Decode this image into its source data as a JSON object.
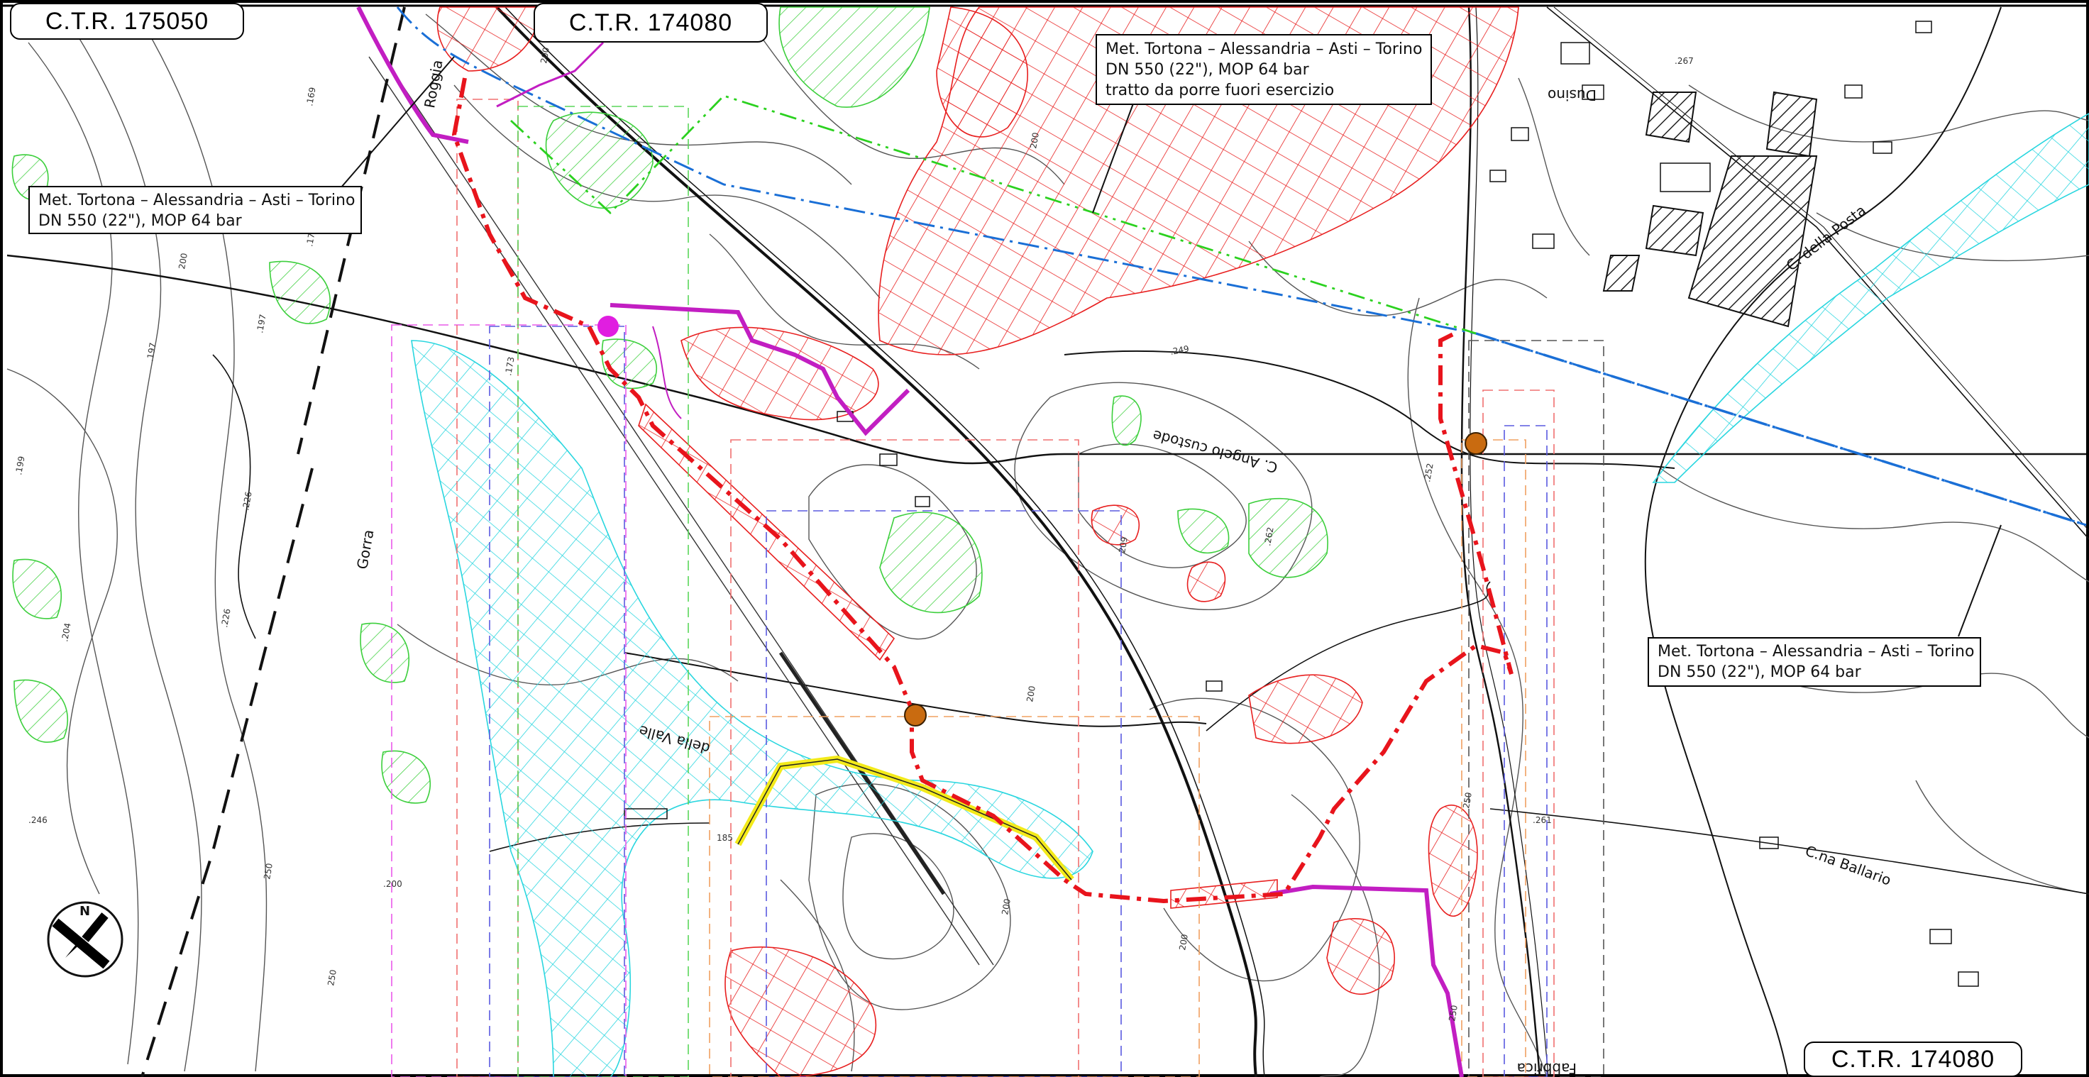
{
  "sheets": {
    "top_left": "C.T.R.   175050",
    "top_center": "C.T.R.   174080",
    "bottom_right": "C.T.R.  174080"
  },
  "callouts": {
    "pipeline_left": {
      "line1": "Met. Tortona  –  Alessandria  –  Asti –  Torino",
      "line2": "DN  550  (22\"), MOP  64  bar"
    },
    "pipeline_top": {
      "line1": "Met. Tortona  –  Alessandria  –  Asti –  Torino",
      "line2": "DN  550  (22\"), MOP  64  bar",
      "line3": "tratto  da  porre  fuori esercizio"
    },
    "pipeline_right": {
      "line1": "Met. Tortona  –  Alessandria  –  Asti –  Torino",
      "line2": "DN  550  (22\"), MOP  64  bar"
    }
  },
  "places": {
    "dusino": "Dusino",
    "c_della_posta": "C. della Posta",
    "c_angelo_custode": "C. Angelo custode",
    "della_valle": "della Valle",
    "c_na_ballario": "C.na Ballario",
    "gorra": "Gorra",
    "fabbrica": "Fabbrica",
    "roggia": "Roggia"
  },
  "north_arrow": {
    "label": "N"
  },
  "colors": {
    "pipeline_route": "#e8141c",
    "existing_pipeline_blue": "#1a6fd6",
    "existing_pipeline_green": "#2bd11f",
    "magenta_route": "#c21ec2",
    "river_hatch": "#29d6df",
    "landslide_hatch": "#e81f1f",
    "wood_hatch": "#3ccf3c",
    "yellow_route": "#f3ea1a",
    "valve_point": "#c96b10"
  }
}
